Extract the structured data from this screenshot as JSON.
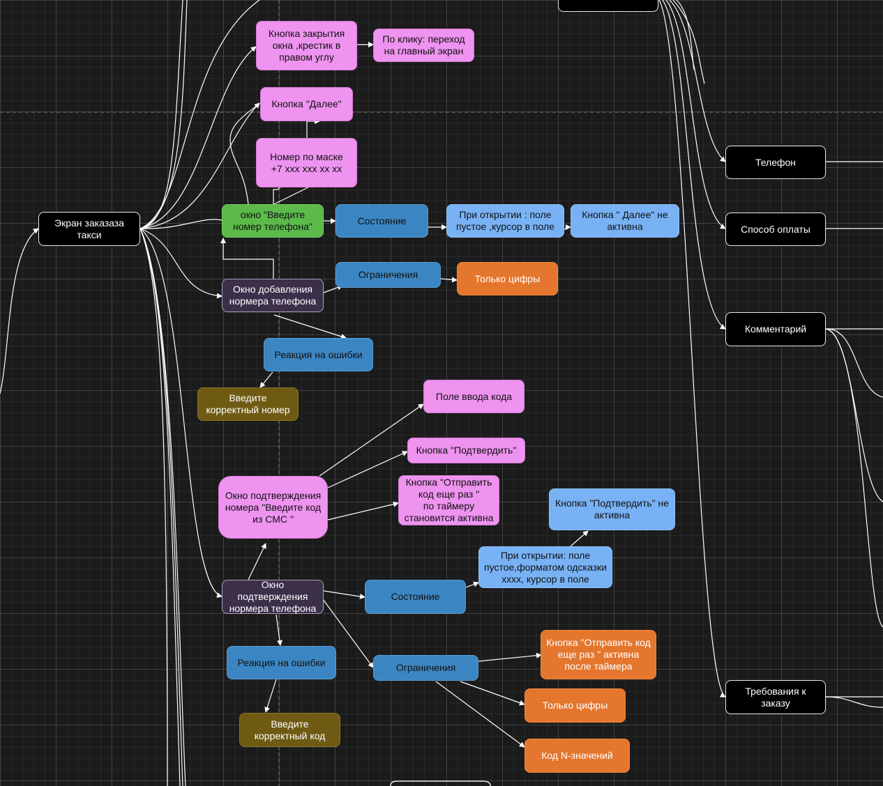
{
  "nodes": {
    "root": "Экран заказаза\nтакси",
    "close_btn": "Кнопка закрытия\nокна ,крестик в\nправом углу",
    "close_click": "По клику: переход\nна главный экран",
    "next_btn": "Кнопка \"Далее\"",
    "mask": "Номер по маске\n+7 xxx xxx xx xx",
    "enter_phone": "окно \"Введите\nномер телефона\"",
    "state1": "Состояние",
    "open1": "При открытии : поле\nпустое ,курсор в поле",
    "next_inactive": "Кнопка \" Далее\" не\nактивна",
    "add_window": "Окно добавления\nнормера телефона",
    "limits1": "Ограничения",
    "digits1": "Только цифры",
    "errors1": "Реакция на ошибки",
    "correct_number": "Введите\nкорректный номер",
    "code_field": "Поле ввода кода",
    "confirm_btn": "Кнопка \"Подтвердить\"",
    "resend_btn": "Кнопка \"Отправить\nкод  еще раз \"\nпо таймеру\nстановится активна",
    "confirm_window": "Окно подтверждения\nномера \"Введите код\nиз СМС \"",
    "confirm_inactive": "Кнопка \"Подтвердить\" не\nактивна",
    "open2": "При открытии: поле\nпустое,форматом одсказки\nxxxx, курсор в поле",
    "confirm_number_window": "Окно\nподтверждения\nнормера телефона",
    "state2": "Состояние",
    "errors2": "Реакция на ошибки",
    "resend_active": "Кнопка \"Отправить код\nеще раз \"  активна\nпосле таймера",
    "limits2": "Ограничения",
    "digits2": "Только цифры",
    "correct_code": "Введите\nкорректный код",
    "n_values": "Код N-значений",
    "phone": "Телефон",
    "payment": "Способ оплаты",
    "comment": "Комментарий",
    "requirements": "Требования к\nзаказу"
  },
  "colors": {
    "black": "#000000",
    "pink": "#ee93ef",
    "blue": "#3b86c2",
    "light_blue": "#78b2f5",
    "orange": "#e4762d",
    "green": "#5bba4a",
    "dark_purple": "#3b2f4a",
    "olive": "#6e5a13",
    "edge": "#ffffff"
  }
}
